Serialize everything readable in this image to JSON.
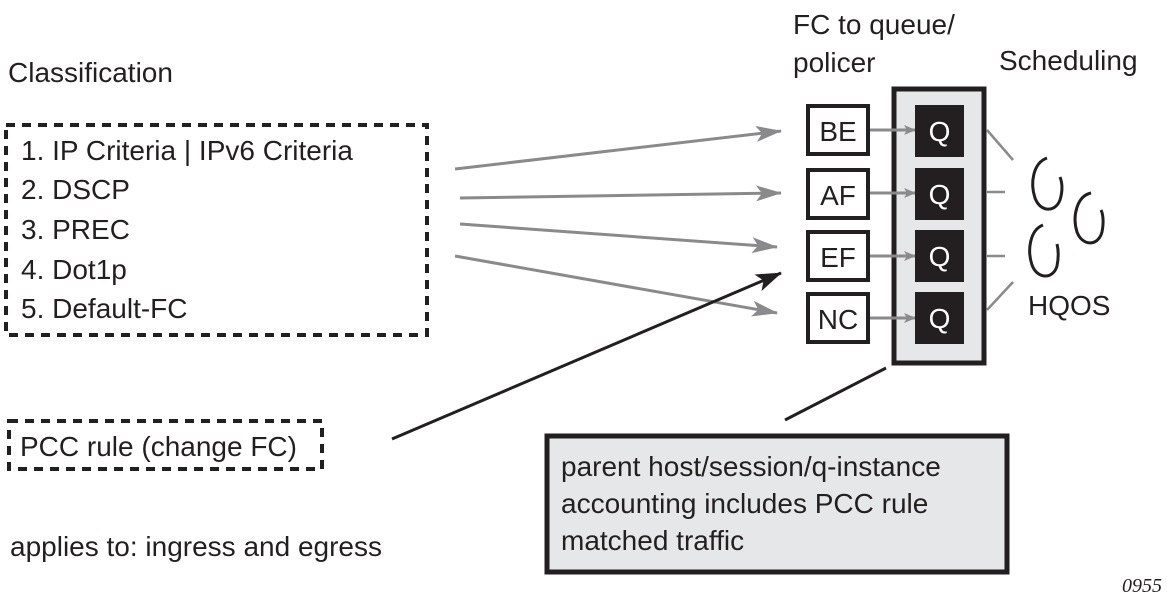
{
  "classification": {
    "title": "Classification",
    "items": [
      "1. IP Criteria | IPv6 Criteria",
      "2. DSCP",
      "3. PREC",
      "4. Dot1p",
      "5. Default-FC"
    ]
  },
  "pcc_rule": {
    "label": "PCC rule  (change FC)"
  },
  "applies_to": "applies to: ingress and egress",
  "fc_mapping": {
    "title_line1": "FC to queue/",
    "title_line2": "policer",
    "forwarding_classes": [
      "BE",
      "AF",
      "EF",
      "NC"
    ],
    "queue_label": "Q"
  },
  "scheduling": {
    "title": "Scheduling",
    "hqos_label": "HQOS"
  },
  "accounting_note": {
    "lines": [
      "parent host/session/q-instance",
      "accounting includes PCC rule",
      "matched traffic"
    ]
  },
  "figure_id": "0955",
  "colors": {
    "ink": "#231f20",
    "arrow_gray": "#8a8a8c",
    "panel_fill": "#e6e7e8"
  }
}
